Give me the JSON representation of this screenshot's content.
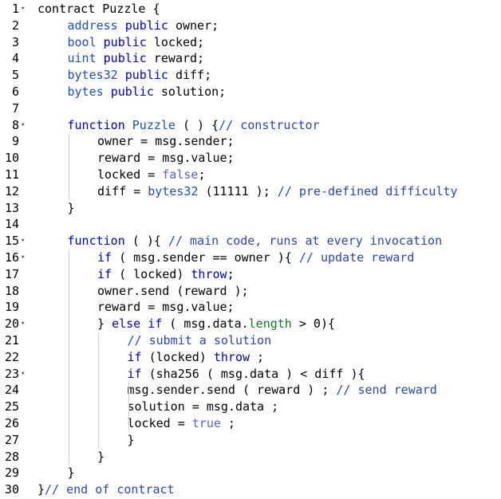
{
  "editor": {
    "lines": [
      {
        "n": "1",
        "fold": true,
        "indent": 0,
        "tokens": [
          {
            "t": "contract Puzzle {",
            "c": "plain"
          }
        ]
      },
      {
        "n": "2",
        "fold": false,
        "indent": 1,
        "tokens": [
          {
            "t": "address",
            "c": "type"
          },
          {
            "t": " ",
            "c": "plain"
          },
          {
            "t": "public",
            "c": "kw"
          },
          {
            "t": " owner;",
            "c": "plain"
          }
        ]
      },
      {
        "n": "3",
        "fold": false,
        "indent": 1,
        "tokens": [
          {
            "t": "bool",
            "c": "type"
          },
          {
            "t": " ",
            "c": "plain"
          },
          {
            "t": "public",
            "c": "kw"
          },
          {
            "t": " locked;",
            "c": "plain"
          }
        ]
      },
      {
        "n": "4",
        "fold": false,
        "indent": 1,
        "tokens": [
          {
            "t": "uint",
            "c": "type"
          },
          {
            "t": " ",
            "c": "plain"
          },
          {
            "t": "public",
            "c": "kw"
          },
          {
            "t": " reward;",
            "c": "plain"
          }
        ]
      },
      {
        "n": "5",
        "fold": false,
        "indent": 1,
        "tokens": [
          {
            "t": "bytes32",
            "c": "type"
          },
          {
            "t": " ",
            "c": "plain"
          },
          {
            "t": "public",
            "c": "kw"
          },
          {
            "t": " diff;",
            "c": "plain"
          }
        ]
      },
      {
        "n": "6",
        "fold": false,
        "indent": 1,
        "tokens": [
          {
            "t": "bytes",
            "c": "type"
          },
          {
            "t": " ",
            "c": "plain"
          },
          {
            "t": "public",
            "c": "kw"
          },
          {
            "t": " solution;",
            "c": "plain"
          }
        ]
      },
      {
        "n": "7",
        "fold": false,
        "indent": 0,
        "tokens": []
      },
      {
        "n": "8",
        "fold": true,
        "indent": 1,
        "tokens": [
          {
            "t": "function",
            "c": "kw"
          },
          {
            "t": " ",
            "c": "plain"
          },
          {
            "t": "Puzzle",
            "c": "fn"
          },
          {
            "t": " ( ) {",
            "c": "plain"
          },
          {
            "t": "// constructor",
            "c": "cm"
          }
        ]
      },
      {
        "n": "9",
        "fold": false,
        "indent": 2,
        "tokens": [
          {
            "t": "owner = msg.sender;",
            "c": "plain"
          }
        ]
      },
      {
        "n": "10",
        "fold": false,
        "indent": 2,
        "tokens": [
          {
            "t": "reward = msg.value;",
            "c": "plain"
          }
        ]
      },
      {
        "n": "11",
        "fold": false,
        "indent": 2,
        "tokens": [
          {
            "t": "locked = ",
            "c": "plain"
          },
          {
            "t": "false",
            "c": "lit"
          },
          {
            "t": ";",
            "c": "plain"
          }
        ]
      },
      {
        "n": "12",
        "fold": false,
        "indent": 2,
        "tokens": [
          {
            "t": "diff = ",
            "c": "plain"
          },
          {
            "t": "bytes32",
            "c": "type"
          },
          {
            "t": " (11111 ); ",
            "c": "plain"
          },
          {
            "t": "// pre-defined difficulty",
            "c": "cm"
          }
        ]
      },
      {
        "n": "13",
        "fold": false,
        "indent": 1,
        "tokens": [
          {
            "t": "}",
            "c": "plain"
          }
        ]
      },
      {
        "n": "14",
        "fold": false,
        "indent": 0,
        "tokens": []
      },
      {
        "n": "15",
        "fold": true,
        "indent": 1,
        "tokens": [
          {
            "t": "function",
            "c": "kw"
          },
          {
            "t": " ( ){ ",
            "c": "plain"
          },
          {
            "t": "// main code, runs at every invocation",
            "c": "cm"
          }
        ]
      },
      {
        "n": "16",
        "fold": true,
        "indent": 2,
        "tokens": [
          {
            "t": "if",
            "c": "kw"
          },
          {
            "t": " ( msg.sender == owner ){ ",
            "c": "plain"
          },
          {
            "t": "// update reward",
            "c": "cm"
          }
        ]
      },
      {
        "n": "17",
        "fold": false,
        "indent": 2,
        "tokens": [
          {
            "t": "if",
            "c": "kw"
          },
          {
            "t": " ( locked) ",
            "c": "plain"
          },
          {
            "t": "throw",
            "c": "kw"
          },
          {
            "t": ";",
            "c": "plain"
          }
        ]
      },
      {
        "n": "18",
        "fold": false,
        "indent": 2,
        "tokens": [
          {
            "t": "owner.send (reward );",
            "c": "plain"
          }
        ]
      },
      {
        "n": "19",
        "fold": false,
        "indent": 2,
        "tokens": [
          {
            "t": "reward = msg.value;",
            "c": "plain"
          }
        ]
      },
      {
        "n": "20",
        "fold": true,
        "indent": 2,
        "tokens": [
          {
            "t": "} ",
            "c": "plain"
          },
          {
            "t": "else",
            "c": "kw"
          },
          {
            "t": " ",
            "c": "plain"
          },
          {
            "t": "if",
            "c": "kw"
          },
          {
            "t": " ( msg.data.",
            "c": "plain"
          },
          {
            "t": "length",
            "c": "prop"
          },
          {
            "t": " > 0){",
            "c": "plain"
          }
        ]
      },
      {
        "n": "21",
        "fold": false,
        "indent": 3,
        "tokens": [
          {
            "t": "// submit a solution",
            "c": "cm"
          }
        ]
      },
      {
        "n": "22",
        "fold": false,
        "indent": 3,
        "tokens": [
          {
            "t": "if",
            "c": "kw"
          },
          {
            "t": " (locked) ",
            "c": "plain"
          },
          {
            "t": "throw",
            "c": "kw"
          },
          {
            "t": " ;",
            "c": "plain"
          }
        ]
      },
      {
        "n": "23",
        "fold": true,
        "indent": 3,
        "tokens": [
          {
            "t": "if",
            "c": "kw"
          },
          {
            "t": " (sha256 ( msg.data ) < diff ){",
            "c": "plain"
          }
        ]
      },
      {
        "n": "24",
        "fold": false,
        "indent": 3,
        "tokens": [
          {
            "t": "msg.sender.send ( reward ) ; ",
            "c": "plain"
          },
          {
            "t": "// send reward",
            "c": "cm"
          }
        ]
      },
      {
        "n": "25",
        "fold": false,
        "indent": 3,
        "tokens": [
          {
            "t": "solution = msg.data ;",
            "c": "plain"
          }
        ]
      },
      {
        "n": "26",
        "fold": false,
        "indent": 3,
        "tokens": [
          {
            "t": "locked = ",
            "c": "plain"
          },
          {
            "t": "true",
            "c": "lit"
          },
          {
            "t": " ;",
            "c": "plain"
          }
        ]
      },
      {
        "n": "27",
        "fold": false,
        "indent": 3,
        "tokens": [
          {
            "t": "}",
            "c": "plain"
          }
        ]
      },
      {
        "n": "28",
        "fold": false,
        "indent": 2,
        "tokens": [
          {
            "t": "}",
            "c": "plain"
          }
        ]
      },
      {
        "n": "29",
        "fold": false,
        "indent": 1,
        "tokens": [
          {
            "t": "}",
            "c": "plain"
          }
        ]
      },
      {
        "n": "30",
        "fold": false,
        "indent": 0,
        "tokens": [
          {
            "t": "}",
            "c": "plain"
          },
          {
            "t": "// end of contract",
            "c": "cm"
          }
        ]
      }
    ],
    "fold_icon": "chevron-down-icon"
  }
}
